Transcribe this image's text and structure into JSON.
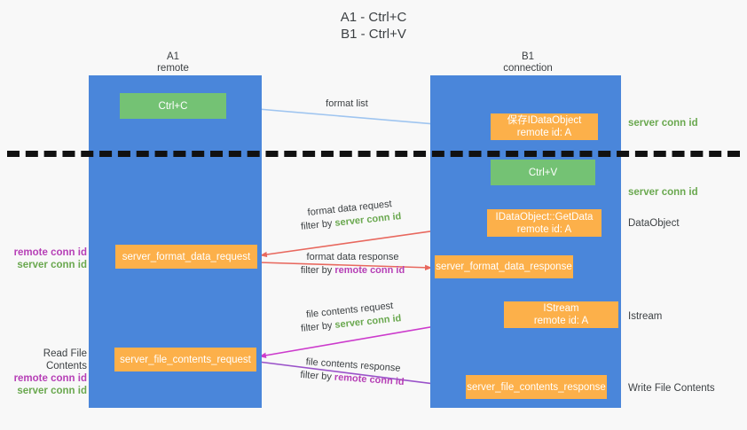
{
  "title": "A1 - Ctrl+C\nB1 - Ctrl+V",
  "columns": [
    {
      "name": "A1",
      "role": "remote",
      "label": "A1\nremote"
    },
    {
      "name": "B1",
      "role": "connection",
      "label": "B1\nconnection"
    }
  ],
  "nodes": {
    "ctrl_c": "Ctrl+C",
    "save_idataobject": "保存IDataObject\nremote id: A",
    "ctrl_v": "Ctrl+V",
    "get_data": "IDataObject::GetData\nremote id: A",
    "server_format_data_request": "server_format_data_request",
    "server_format_data_response": "server_format_data_response",
    "istream": "IStream\nremote id: A",
    "server_file_contents_request": "server_file_contents_request",
    "server_file_contents_response": "server_file_contents_response"
  },
  "edge_labels": {
    "format_list": "format list",
    "format_data_request": "format data request",
    "format_data_request_filter_prefix": "filter by ",
    "format_data_request_filter_value": "server conn id",
    "format_data_response": "format data response",
    "format_data_response_filter_prefix": "filter by ",
    "format_data_response_filter_value": "remote conn id",
    "file_contents_request": "file contents request",
    "file_contents_request_filter_prefix": "filter by ",
    "file_contents_request_filter_value": "server conn id",
    "file_contents_response": "file contents response",
    "file_contents_response_filter_prefix": "filter by ",
    "file_contents_response_filter_value": "remote conn id"
  },
  "right_notes": {
    "server_conn_id_1": "server conn id",
    "server_conn_id_2": "server conn id",
    "dataobject": "DataObject",
    "istream": "Istream",
    "write_file_contents": "Write File Contents"
  },
  "left_notes": {
    "group_1_remote": "remote conn id",
    "group_1_server": "server conn id",
    "read_file_contents": "Read File Contents",
    "group_2_remote": "remote conn id",
    "group_2_server": "server conn id"
  },
  "colors": {
    "lane": "#4a86da",
    "green_node": "#74c274",
    "orange_node": "#fcb04a",
    "server_conn_id": "#6aa84f",
    "remote_conn_id": "#b63fb6",
    "arrow_blue": "#9fc5f0",
    "arrow_red": "#e8685e",
    "arrow_magenta": "#cc3bcc",
    "arrow_purple": "#9a52c9",
    "arrow_black": "#111111",
    "background": "#f8f8f8"
  }
}
